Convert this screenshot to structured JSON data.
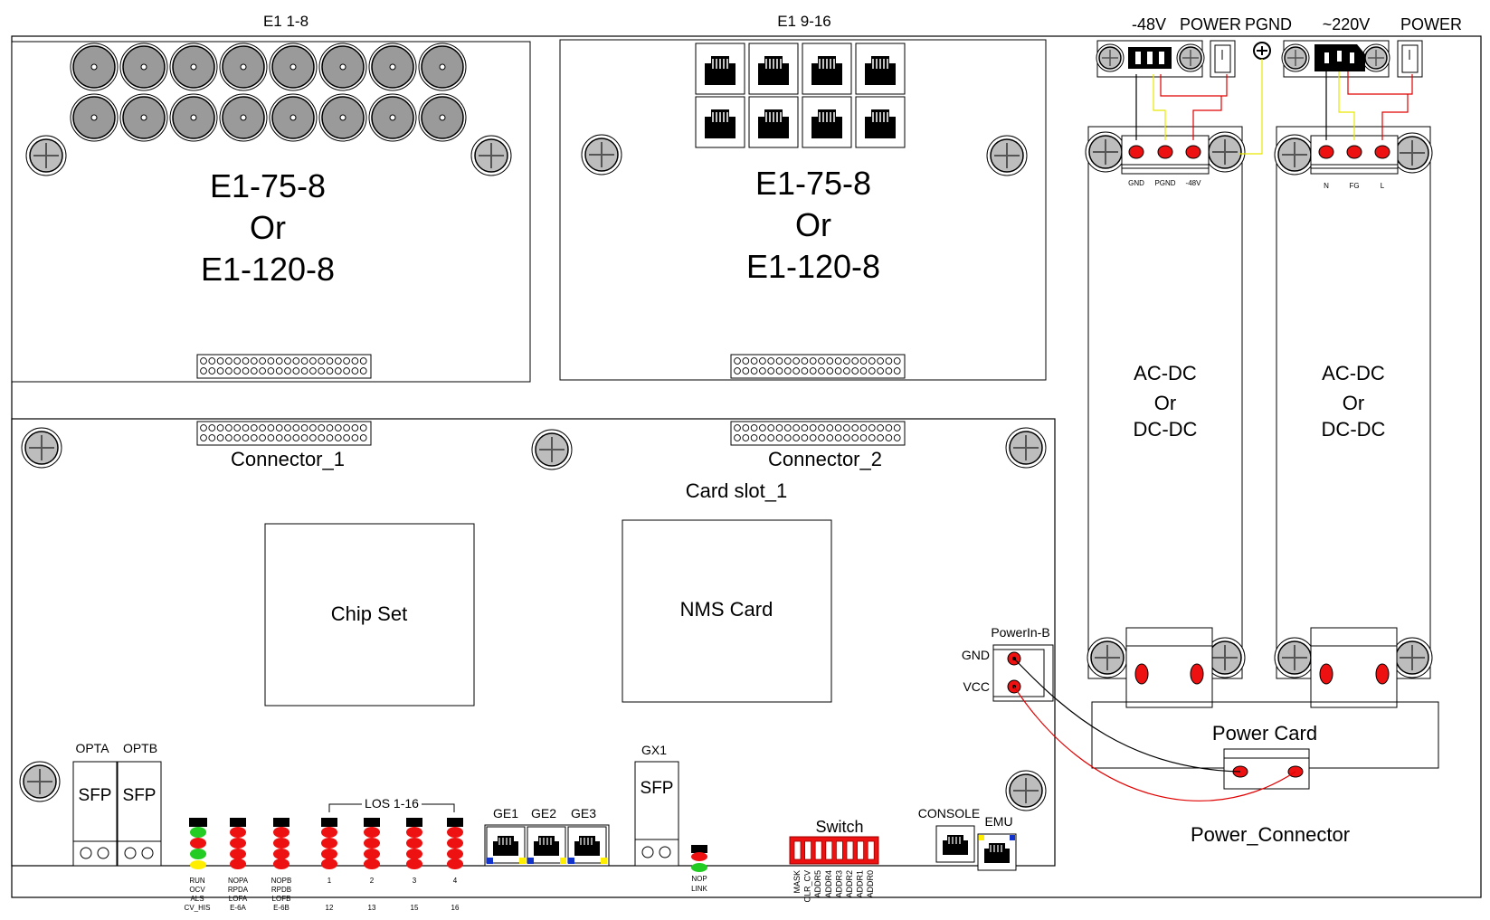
{
  "top_labels": {
    "e1_1_8": "E1 1-8",
    "e1_9_16": "E1 9-16",
    "minus48v": "-48V",
    "power_left": "POWER",
    "pgnd": "PGND",
    "ac220": "~220V",
    "power_right": "POWER"
  },
  "e1_card": {
    "line1": "E1-75-8",
    "line2": "Or",
    "line3": "E1-120-8"
  },
  "psu": {
    "line1": "AC-DC",
    "line2": "Or",
    "line3": "DC-DC"
  },
  "dc_terminal": [
    "GND",
    "PGND",
    "-48V"
  ],
  "ac_terminal": [
    "N",
    "FG",
    "L"
  ],
  "board": {
    "connector_1": "Connector_1",
    "connector_2": "Connector_2",
    "card_slot": "Card slot_1",
    "chip_set": "Chip Set",
    "nms_card": "NMS Card",
    "powerin_b": "PowerIn-B",
    "gnd": "GND",
    "vcc": "VCC",
    "power_card": "Power Card",
    "power_connector": "Power_Connector",
    "opta": "OPTA",
    "optb": "OPTB",
    "sfp": "SFP",
    "los": "LOS 1-16",
    "ge1": "GE1",
    "ge2": "GE2",
    "ge3": "GE3",
    "gx1": "GX1",
    "switch": "Switch",
    "console": "CONSOLE",
    "emu": "EMU"
  },
  "led_labels": {
    "run": [
      "RUN",
      "OCV",
      "ALS",
      "CV_HIS"
    ],
    "nopa": [
      "NOPA",
      "RPDA",
      "LOFA",
      "E-6A"
    ],
    "nopb": [
      "NOPB",
      "RPDB",
      "LOFB",
      "E-6B"
    ],
    "los_top": [
      "1",
      "2",
      "3",
      "4"
    ],
    "los_bottom": [
      "12",
      "13",
      "15",
      "16"
    ],
    "nop": [
      "NOP",
      "LINK"
    ]
  },
  "switch_labels": [
    "MASK",
    "CLR_CV",
    "ADDR5",
    "ADDR4",
    "ADDR3",
    "ADDR2",
    "ADDR1",
    "ADDR0"
  ],
  "colors": {
    "led_red": "#ee1111",
    "led_green": "#22cc22",
    "led_yellow": "#ffee00",
    "wire_red": "#e00000",
    "wire_yellow": "#e8e800"
  }
}
